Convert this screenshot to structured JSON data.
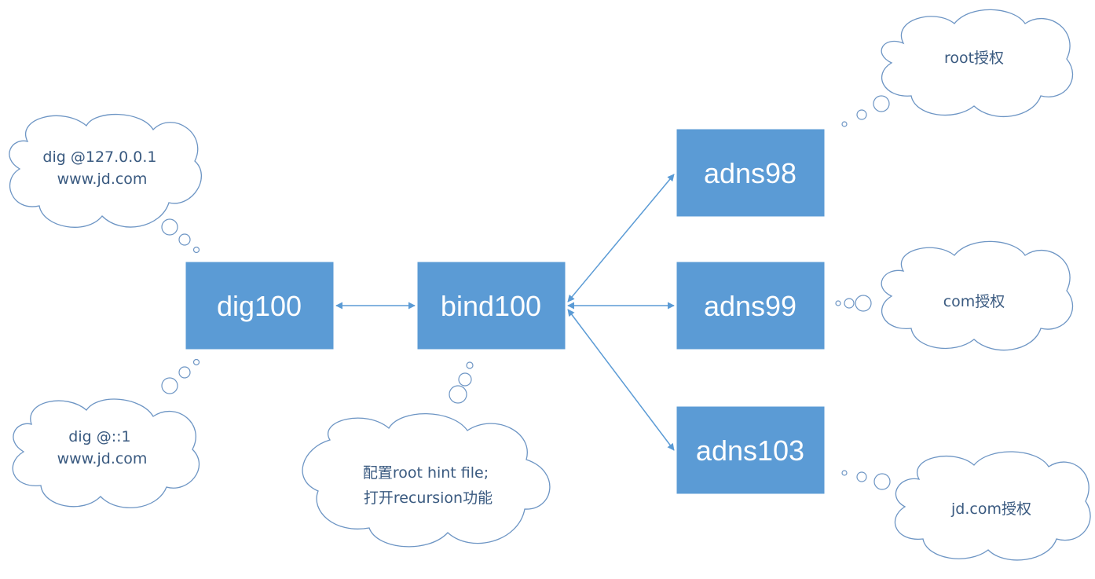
{
  "nodes": {
    "dig100": "dig100",
    "bind100": "bind100",
    "adns98": "adns98",
    "adns99": "adns99",
    "adns103": "adns103"
  },
  "notes": {
    "dig_ipv4": [
      "dig @127.0.0.1",
      "www.jd.com"
    ],
    "dig_ipv6": [
      "dig @::1",
      "www.jd.com"
    ],
    "bind_config": [
      "配置root hint file;",
      "打开recursion功能"
    ],
    "root_auth": "root授权",
    "com_auth": "com授权",
    "jd_auth": "jd.com授权"
  },
  "colors": {
    "node_fill": "#5b9bd5",
    "cloud_stroke": "#6d95c4",
    "note_text": "#3a5a80",
    "arrow": "#5b9bd5"
  }
}
